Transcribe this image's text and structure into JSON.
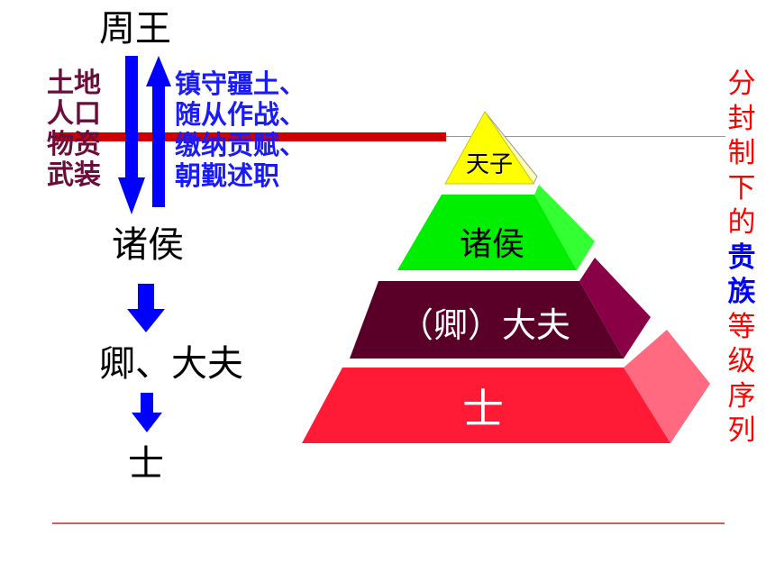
{
  "hierarchy": {
    "king": "周王",
    "lords": "诸侯",
    "ministers": "卿、大夫",
    "scholars": "士"
  },
  "grants_down": [
    "土地",
    "人口",
    "物资",
    "武装"
  ],
  "duties_up": [
    "镇守疆土、",
    "随从作战、",
    "缴纳贡赋、",
    "朝觐述职"
  ],
  "pyramid": {
    "levels": [
      {
        "label": "天子",
        "front": "#ffff00",
        "side": "#ffffb8",
        "text_color": "#000000"
      },
      {
        "label": "诸侯",
        "front": "#00ee00",
        "side": "#33ff33",
        "text_color": "#000000"
      },
      {
        "label": "（卿）大夫",
        "front": "#5a0028",
        "side": "#8a0046",
        "text_color": "#ffffff"
      },
      {
        "label": "士",
        "front": "#ff1a35",
        "side": "#ff6a80",
        "text_color": "#ffffff"
      }
    ]
  },
  "sidebar": {
    "chars": [
      {
        "c": "分",
        "color": "#ff0000"
      },
      {
        "c": "封",
        "color": "#ff0000"
      },
      {
        "c": "制",
        "color": "#ff0000"
      },
      {
        "c": "下",
        "color": "#ff0000"
      },
      {
        "c": "的",
        "color": "#ff0000"
      },
      {
        "c": "贵",
        "color": "#0000ff",
        "bold": true
      },
      {
        "c": "族",
        "color": "#0000ff",
        "bold": true
      },
      {
        "c": "等",
        "color": "#ff0000"
      },
      {
        "c": "级",
        "color": "#ff0000"
      },
      {
        "c": "序",
        "color": "#ff0000"
      },
      {
        "c": "列",
        "color": "#ff0000"
      }
    ]
  },
  "colors": {
    "arrow_blue": "#0000ff",
    "accent_red": "#cc0000",
    "divider": "#d06060"
  }
}
